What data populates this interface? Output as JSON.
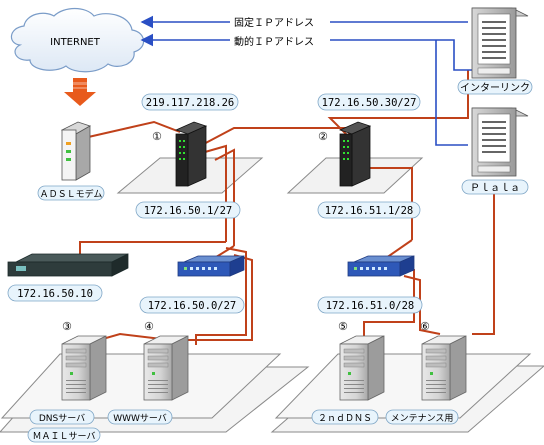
{
  "internet": {
    "label": "INTERNET"
  },
  "legend": {
    "fixed_ip": "固定ＩＰアドレス",
    "dynamic_ip": "動的ＩＰアドレス"
  },
  "isp_servers": [
    {
      "label": "インターリンク"
    },
    {
      "label": "Ｐｌａｌａ"
    }
  ],
  "adsl_modem": {
    "label": "ＡＤＳＬモデム"
  },
  "routers": [
    {
      "marker": "①",
      "wan_ip": "219.117.218.26",
      "lan_ip": "172.16.50.1/27"
    },
    {
      "marker": "②",
      "wan_ip": "172.16.50.30/27",
      "lan_ip": "172.16.51.1/28"
    }
  ],
  "switch_left": {
    "label": "172.16.50.10"
  },
  "subnets": {
    "left": "172.16.50.0/27",
    "right": "172.16.51.0/28"
  },
  "servers": [
    {
      "marker": "③",
      "label": "DNSサーバ"
    },
    {
      "marker": "④",
      "label": "WWWサーバ"
    },
    {
      "marker": "⑤",
      "label": "２ｎｄＤＮＳ"
    },
    {
      "marker": "⑥",
      "label": "メンテナンス用"
    }
  ],
  "mail_server": {
    "label": "ＭＡＩＬサーバ"
  }
}
